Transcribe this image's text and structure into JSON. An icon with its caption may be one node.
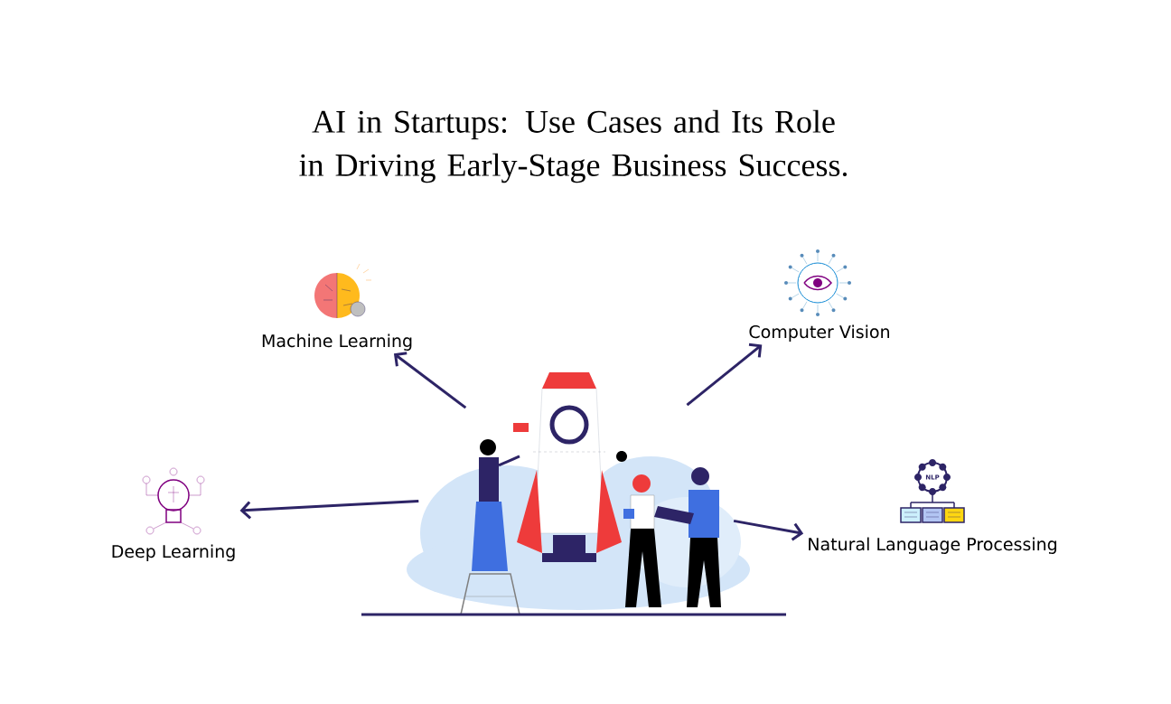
{
  "diagram": {
    "title": "AI in Startups: Use Cases and Its Role in Driving Early-Stage Business Success.",
    "nodes": [
      {
        "text": [],
        "shape": "picture"
      },
      {
        "text": [
          "Machine Learning"
        ]
      },
      {
        "text": [
          "Computer Vision"
        ]
      },
      {
        "text": [
          "Deep Learning"
        ]
      },
      {
        "text": [
          "Natural Language Processing"
        ]
      }
    ],
    "edges": [
      {
        "from": 0,
        "to": 1,
        "arrow": "to"
      },
      {
        "from": 0,
        "to": 2,
        "arrow": "to"
      },
      {
        "from": 0,
        "to": 3,
        "arrow": "to"
      },
      {
        "from": 0,
        "to": 4,
        "arrow": "to"
      }
    ],
    "labels": [
      "NLP"
    ]
  }
}
